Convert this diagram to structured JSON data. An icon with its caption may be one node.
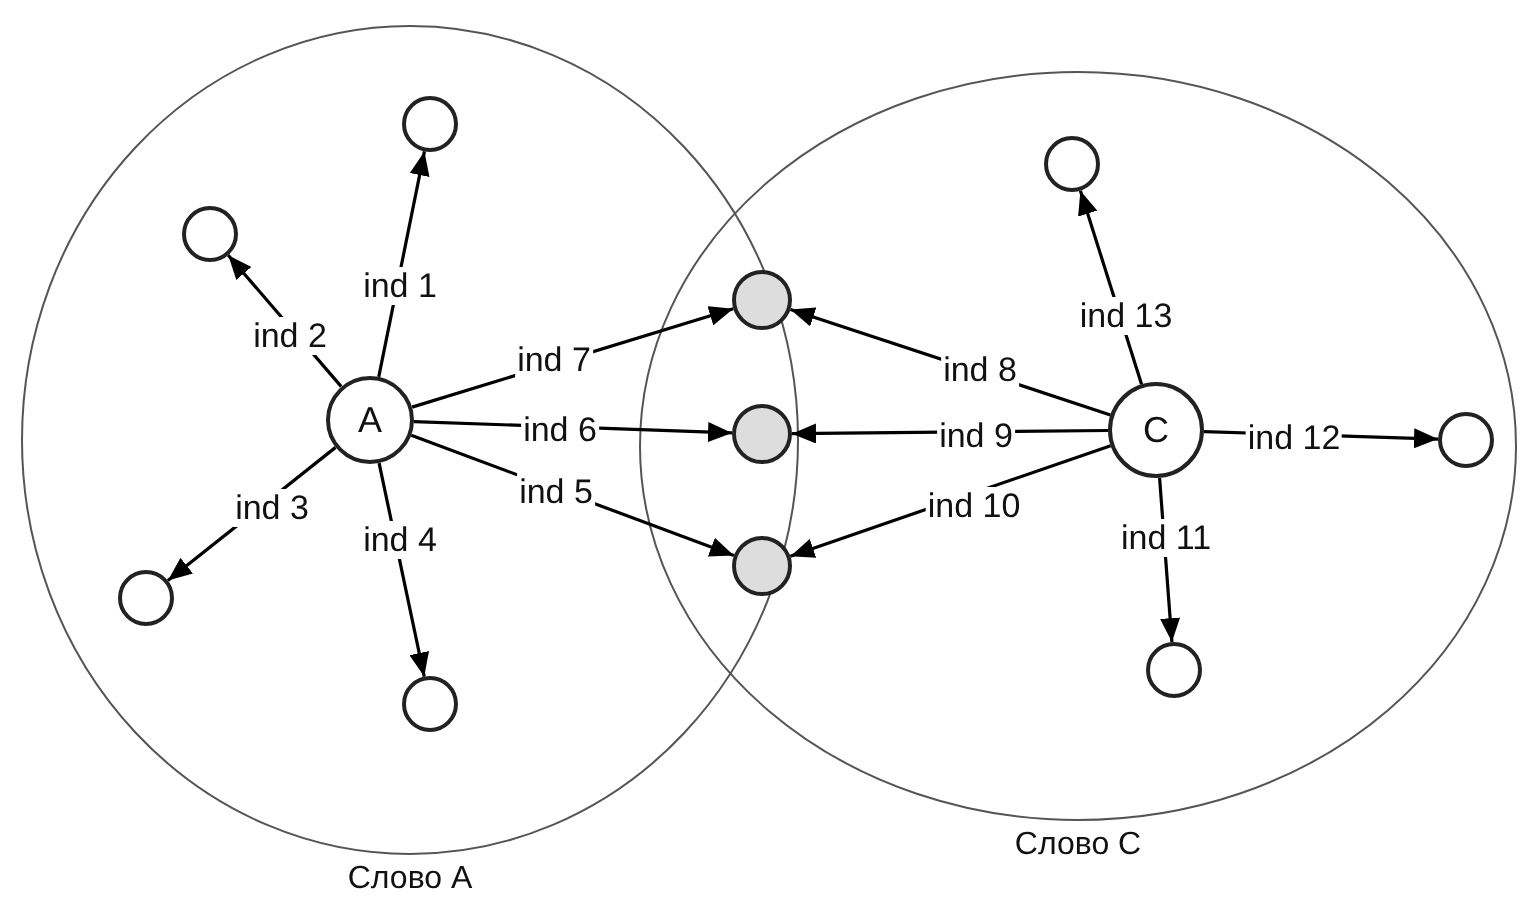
{
  "diagram": {
    "nodes": [
      {
        "text": [
          "Слово A"
        ]
      },
      {
        "text": [
          "A"
        ],
        "in": 0
      },
      {
        "text": [],
        "shape": "circle",
        "in": 0
      },
      {
        "text": [],
        "shape": "circle",
        "in": 0
      },
      {
        "text": [],
        "shape": "circle",
        "in": 0
      },
      {
        "text": [],
        "shape": "circle",
        "in": 0
      },
      {
        "text": [
          "Слово C"
        ]
      },
      {
        "text": [
          "C"
        ],
        "in": 6
      },
      {
        "text": [],
        "shape": "circle",
        "in": 6
      },
      {
        "text": [],
        "shape": "circle",
        "in": 6
      },
      {
        "text": [],
        "shape": "circle",
        "in": 6
      },
      {
        "text": [],
        "shape": "circle"
      },
      {
        "text": [],
        "shape": "circle"
      },
      {
        "text": [],
        "shape": "circle"
      }
    ],
    "edges": [
      {
        "from": 1,
        "to": 2,
        "arrow": "to",
        "label": "ind 1"
      },
      {
        "from": 1,
        "to": 3,
        "arrow": "to",
        "label": "ind 2"
      },
      {
        "from": 1,
        "to": 4,
        "arrow": "to",
        "label": "ind 3"
      },
      {
        "from": 1,
        "to": 5,
        "arrow": "to",
        "label": "ind 4"
      },
      {
        "from": 1,
        "to": 13,
        "arrow": "to",
        "label": "ind 5"
      },
      {
        "from": 1,
        "to": 12,
        "arrow": "to",
        "label": "ind 6"
      },
      {
        "from": 1,
        "to": 11,
        "arrow": "to",
        "label": "ind 7"
      },
      {
        "from": 7,
        "to": 11,
        "arrow": "to",
        "label": "ind 8"
      },
      {
        "from": 7,
        "to": 12,
        "arrow": "to",
        "label": "ind 9"
      },
      {
        "from": 7,
        "to": 13,
        "arrow": "to",
        "label": "ind 10"
      },
      {
        "from": 7,
        "to": 10,
        "arrow": "to",
        "label": "ind 11"
      },
      {
        "from": 7,
        "to": 9,
        "arrow": "to",
        "label": "ind 12"
      },
      {
        "from": 7,
        "to": 8,
        "arrow": "to",
        "label": "ind 13"
      }
    ]
  }
}
